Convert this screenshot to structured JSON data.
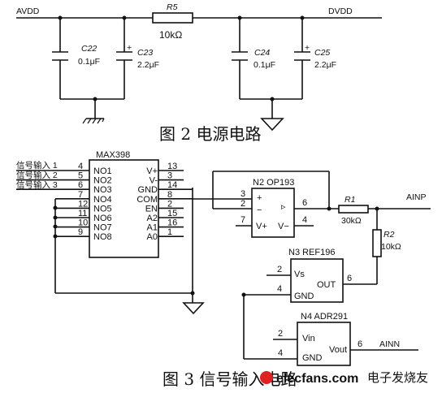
{
  "power_circuit": {
    "rail_left": "AVDD",
    "rail_right": "DVDD",
    "r5": {
      "ref": "R5",
      "value": "10kΩ"
    },
    "c22": {
      "ref": "C22",
      "value": "0.1μF"
    },
    "c23": {
      "ref": "C23",
      "value": "2.2μF"
    },
    "c24": {
      "ref": "C24",
      "value": "0.1μF"
    },
    "c25": {
      "ref": "C25",
      "value": "2.2μF"
    },
    "polarity_mark": "+",
    "caption": "图 2  电源电路"
  },
  "input_circuit": {
    "signals": [
      "信号输入 1",
      "信号输入 2",
      "信号输入 3"
    ],
    "mux": {
      "name": "MAX398",
      "left_pins": [
        "NO1",
        "NO2",
        "NO3",
        "NO4",
        "NO5",
        "NO6",
        "NO7",
        "NO8"
      ],
      "left_nums": [
        "4",
        "5",
        "6",
        "7",
        "12",
        "11",
        "10",
        "9"
      ],
      "right_pins": [
        "V+",
        "V-",
        "GND",
        "COM",
        "EN",
        "A2",
        "A1",
        "A0"
      ],
      "right_nums": [
        "13",
        "3",
        "14",
        "8",
        "2",
        "15",
        "16",
        "1"
      ]
    },
    "opamp": {
      "name": "N2  OP193",
      "plus": "+",
      "minus": "−",
      "vp": "V+",
      "vm": "V−",
      "out_mark": "▹",
      "pins": {
        "in_plus": "3",
        "in_minus": "2",
        "out": "6",
        "vp": "7",
        "vm": "4"
      }
    },
    "r1": {
      "ref": "R1",
      "value": "30kΩ"
    },
    "r2": {
      "ref": "R2",
      "value": "10kΩ"
    },
    "out_p": "AINP",
    "out_n": "AINN",
    "n3": {
      "name": "N3  REF196",
      "vs": "Vs",
      "gnd": "GND",
      "out": "OUT",
      "pins": {
        "vs": "2",
        "gnd": "4",
        "out": "6"
      }
    },
    "n4": {
      "name": "N4  ADR291",
      "vin": "Vin",
      "gnd": "GND",
      "vout": "Vout",
      "pins": {
        "vin": "2",
        "gnd": "4",
        "vout": "6"
      }
    },
    "caption": "图 3  信号输入电路"
  },
  "watermark": {
    "brand": "elecfans.com",
    "cn": "电子发烧友"
  }
}
